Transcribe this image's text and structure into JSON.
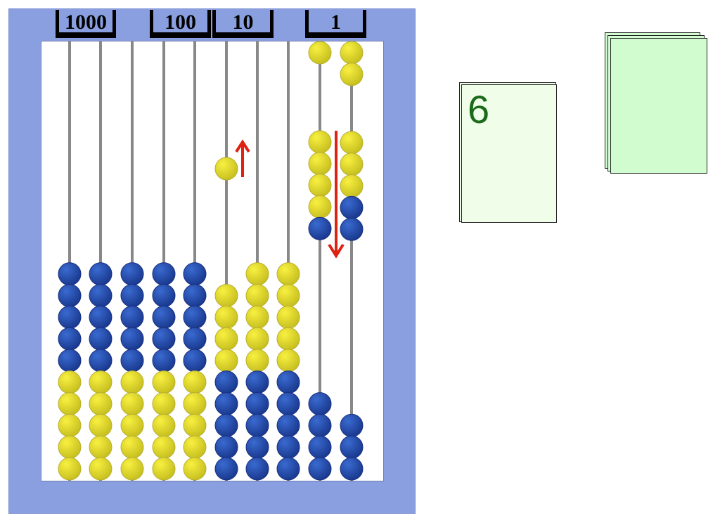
{
  "place_values": [
    "1000",
    "100",
    "10",
    "1"
  ],
  "rods": [
    {
      "top": [],
      "bottom": [
        "blue",
        "blue",
        "blue",
        "blue",
        "blue",
        "yellow",
        "yellow",
        "yellow",
        "yellow",
        "yellow"
      ]
    },
    {
      "top": [],
      "bottom": [
        "blue",
        "blue",
        "blue",
        "blue",
        "blue",
        "yellow",
        "yellow",
        "yellow",
        "yellow",
        "yellow"
      ]
    },
    {
      "top": [],
      "bottom": [
        "blue",
        "blue",
        "blue",
        "blue",
        "blue",
        "yellow",
        "yellow",
        "yellow",
        "yellow",
        "yellow"
      ]
    },
    {
      "top": [],
      "bottom": [
        "blue",
        "blue",
        "blue",
        "blue",
        "blue",
        "yellow",
        "yellow",
        "yellow",
        "yellow",
        "yellow"
      ]
    },
    {
      "top": [],
      "bottom": [
        "blue",
        "blue",
        "blue",
        "blue",
        "blue",
        "yellow",
        "yellow",
        "yellow",
        "yellow",
        "yellow"
      ]
    },
    {
      "top": [],
      "moving": [
        "yellow"
      ],
      "bottom": [
        "yellow",
        "yellow",
        "yellow",
        "yellow",
        "blue",
        "blue",
        "blue",
        "blue",
        "blue"
      ]
    },
    {
      "top": [],
      "bottom": [
        "yellow",
        "yellow",
        "yellow",
        "yellow",
        "yellow",
        "blue",
        "blue",
        "blue",
        "blue",
        "blue"
      ]
    },
    {
      "top": [],
      "bottom": [
        "yellow",
        "yellow",
        "yellow",
        "yellow",
        "yellow",
        "blue",
        "blue",
        "blue",
        "blue",
        "blue"
      ]
    },
    {
      "top": [
        "yellow"
      ],
      "moving": [
        "yellow",
        "yellow",
        "yellow",
        "yellow",
        "blue"
      ],
      "bottom": [
        "blue",
        "blue",
        "blue",
        "blue"
      ]
    },
    {
      "top": [
        "yellow",
        "yellow"
      ],
      "moving": [
        "yellow",
        "yellow",
        "yellow",
        "blue",
        "blue"
      ],
      "bottom": [
        "blue",
        "blue",
        "blue"
      ]
    }
  ],
  "colors": {
    "blue": "#2a55b8",
    "yellow": "#e8e030",
    "arrow": "#dd2211"
  },
  "card": {
    "value": "6"
  }
}
